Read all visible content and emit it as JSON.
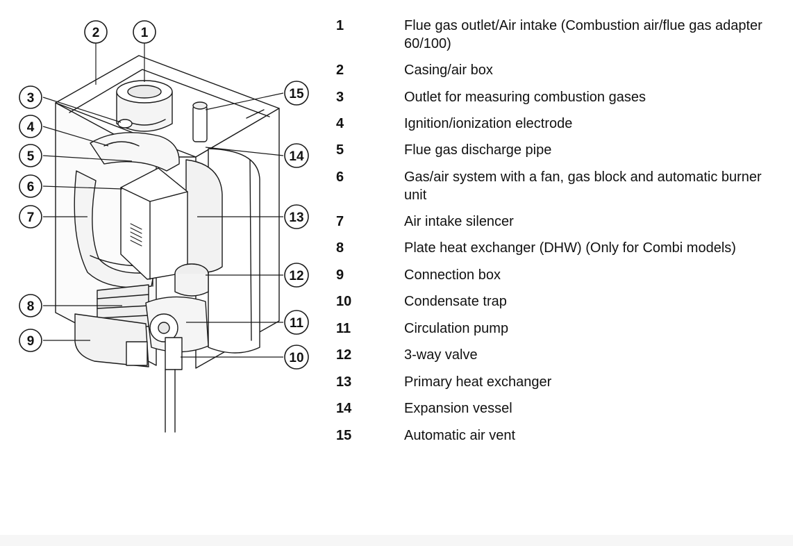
{
  "callouts": [
    "1",
    "2",
    "3",
    "4",
    "5",
    "6",
    "7",
    "8",
    "9",
    "10",
    "11",
    "12",
    "13",
    "14",
    "15"
  ],
  "legend": [
    {
      "num": "1",
      "text": "Flue gas outlet/Air intake (Combustion air/flue gas adapter 60/100)"
    },
    {
      "num": "2",
      "text": "Casing/air box"
    },
    {
      "num": "3",
      "text": "Outlet for measuring combustion gases"
    },
    {
      "num": "4",
      "text": "Ignition/ionization electrode"
    },
    {
      "num": "5",
      "text": "Flue gas discharge pipe"
    },
    {
      "num": "6",
      "text": "Gas/air system with a fan, gas block and automatic burner unit"
    },
    {
      "num": "7",
      "text": "Air intake silencer"
    },
    {
      "num": "8",
      "text": "Plate heat exchanger (DHW) (Only for Combi models)"
    },
    {
      "num": "9",
      "text": "Connection box"
    },
    {
      "num": "10",
      "text": "Condensate trap"
    },
    {
      "num": "11",
      "text": "Circulation pump"
    },
    {
      "num": "12",
      "text": "3-way valve"
    },
    {
      "num": "13",
      "text": "Primary heat exchanger"
    },
    {
      "num": "14",
      "text": "Expansion vessel"
    },
    {
      "num": "15",
      "text": "Automatic air vent"
    }
  ],
  "colors": {
    "line": "#1a1a1a",
    "fill": "#ffffff",
    "shade": "#eeeeee"
  }
}
